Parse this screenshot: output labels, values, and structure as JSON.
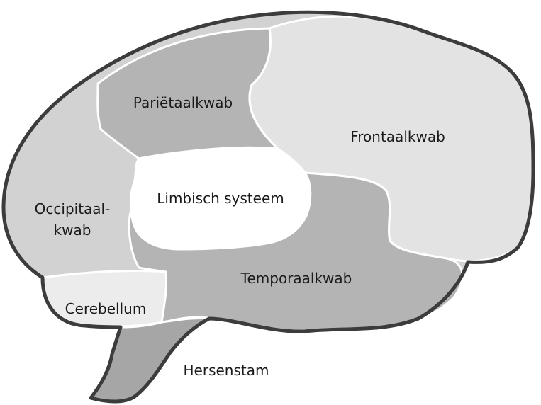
{
  "regions": {
    "frontal": {
      "label": "Frontaalkwab",
      "color": "#e3e3e3"
    },
    "parietal": {
      "label": "Pariëtaalkwab",
      "color": "#b4b4b4"
    },
    "occipital": {
      "label_line1": "Occipitaal-",
      "label_line2": "kwab",
      "color": "#d2d2d2"
    },
    "temporal": {
      "label": "Temporaalkwab",
      "color": "#b4b4b4"
    },
    "limbic": {
      "label": "Limbisch systeem",
      "color": "#ffffff"
    },
    "cerebellum": {
      "label": "Cerebellum",
      "color": "#ececec"
    },
    "brainstem": {
      "label": "Hersenstam",
      "color": "#a6a6a6"
    }
  },
  "outline_color": "#3c3c3c"
}
